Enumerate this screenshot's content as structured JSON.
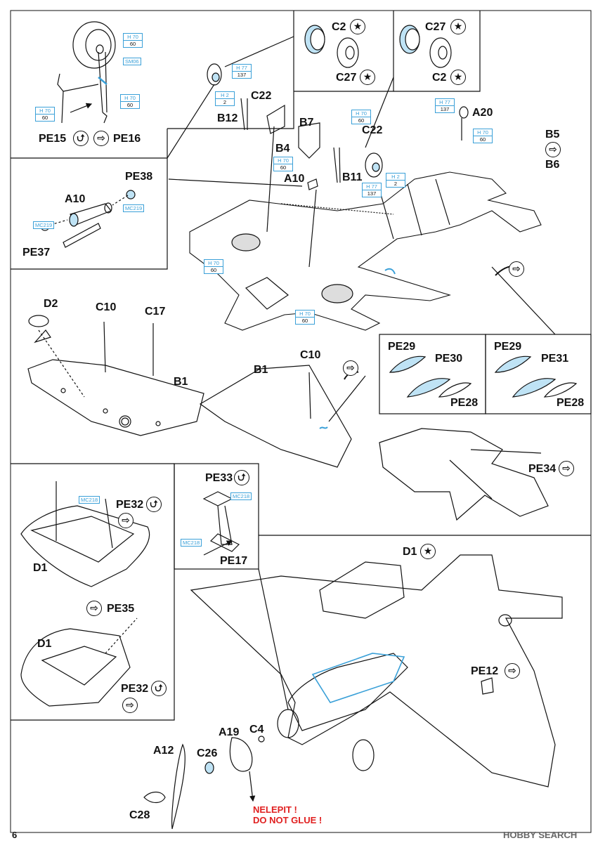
{
  "page_number": "6",
  "watermark": "HOBBY SEARCH",
  "warning": {
    "line1": "NELEPIT !",
    "line2": "DO NOT GLUE !"
  },
  "symbols": {
    "reverse_side": "⇨",
    "bend": "⮍",
    "option": "★"
  },
  "colors": {
    "accent": "#3aa0d8",
    "warning": "#e02020",
    "line": "#111111"
  },
  "labels": {
    "pe15": "PE15",
    "pe16": "PE16",
    "pe38": "PE38",
    "a10": "A10",
    "pe37": "PE37",
    "c2_a": "C2",
    "c27_a": "C27",
    "c27_b": "C27",
    "c2_b": "C2",
    "c22_a": "C22",
    "b12": "B12",
    "b4": "B4",
    "b7": "B7",
    "c22_b": "C22",
    "a10_b": "A10",
    "b11": "B11",
    "a20": "A20",
    "b5": "B5",
    "b6": "B6",
    "d2": "D2",
    "c10_a": "C10",
    "c17": "C17",
    "b1_a": "B1",
    "c10_b": "C10",
    "b1_b": "B1",
    "pe29_a": "PE29",
    "pe30": "PE30",
    "pe28_a": "PE28",
    "pe29_b": "PE29",
    "pe31": "PE31",
    "pe28_b": "PE28",
    "pe34": "PE34",
    "pe33": "PE33",
    "pe17": "PE17",
    "pe32_a": "PE32",
    "d1_a": "D1",
    "pe35": "PE35",
    "d1_b": "D1",
    "pe32_b": "PE32",
    "d1_c": "D1",
    "pe12": "PE12",
    "a19": "A19",
    "c4": "C4",
    "a12": "A12",
    "c26": "C26",
    "c28": "C28"
  },
  "color_codes": {
    "h70": {
      "top": "H 70",
      "bottom": "60"
    },
    "h77": {
      "top": "H 77",
      "bottom": "137"
    },
    "h2": {
      "top": "H 2",
      "bottom": "2"
    }
  },
  "mc_codes": {
    "sm06": "SM06",
    "mc219": "MC219",
    "mc218": "MC218"
  }
}
